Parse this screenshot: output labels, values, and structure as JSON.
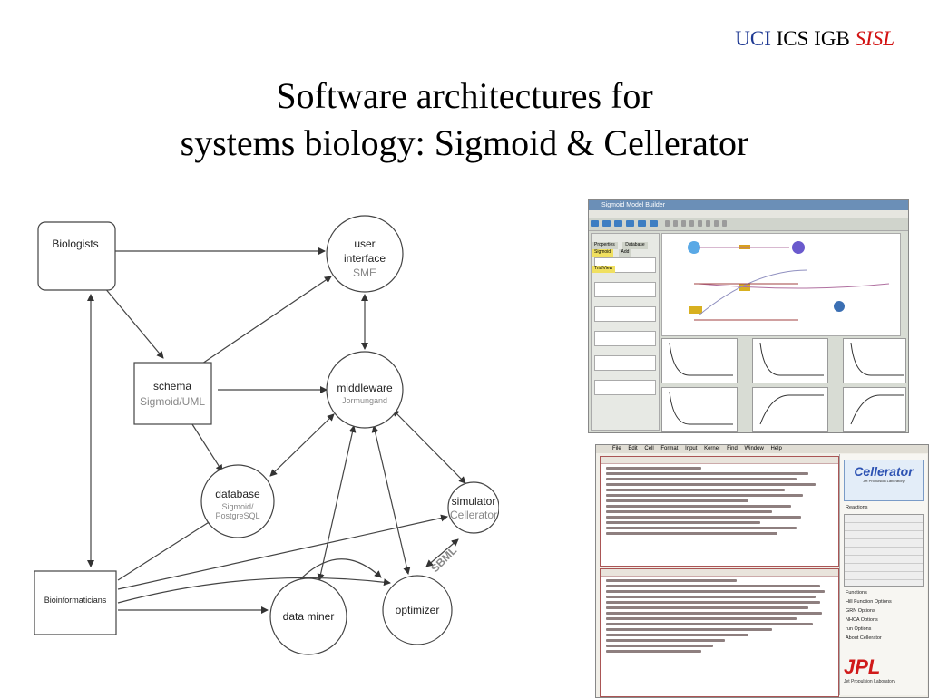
{
  "header": {
    "uci": "UCI",
    "ics": "ICS",
    "igb": "IGB",
    "sisl": "SISL"
  },
  "title": {
    "line1": "Software architectures for",
    "line2": "systems biology: Sigmoid & Cellerator"
  },
  "diagram": {
    "biologists": {
      "label": "Biologists"
    },
    "user_interface": {
      "label1": "user",
      "label2": "interface",
      "sub": "SME"
    },
    "schema": {
      "label": "schema",
      "sub": "Sigmoid/UML"
    },
    "middleware": {
      "label": "middleware",
      "sub": "Jormungand"
    },
    "database": {
      "label": "database",
      "sub1": "Sigmoid/",
      "sub2": "PostgreSQL"
    },
    "simulator": {
      "label": "simulator",
      "sub": "Cellerator"
    },
    "bioinformaticians": {
      "label": "Bioinformaticians"
    },
    "data_miner": {
      "label": "data miner"
    },
    "optimizer": {
      "label": "optimizer"
    },
    "sbml_label": "SBML"
  },
  "sigmoid_screenshot": {
    "window_title": "Sigmoid Model Builder",
    "tabs": [
      "Properties",
      "Database"
    ],
    "subtabs": [
      "Sigmoid",
      "Add",
      "TrialView"
    ]
  },
  "cellerator_screenshot": {
    "menu": [
      "File",
      "Edit",
      "Cell",
      "Format",
      "Input",
      "Kernel",
      "Find",
      "Window",
      "Help"
    ],
    "palette_title": "Cellerator",
    "palette_sub": "Jet Propulsion Laboratory",
    "menu_items": [
      "Reactions",
      "Functions",
      "Hill Function Options",
      "GRN Options",
      "NHCA Options",
      "run Options",
      "About Cellerator"
    ],
    "jpl": "JPL",
    "jpl_sub": "Jet Propulsion Laboratory"
  }
}
